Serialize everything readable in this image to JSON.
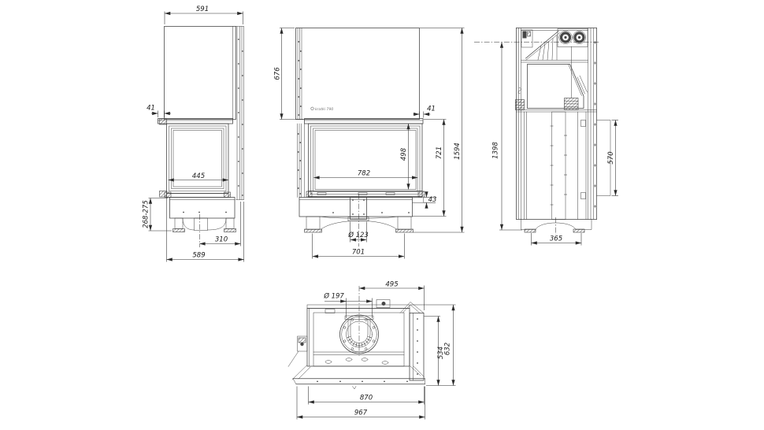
{
  "meta": {
    "background": "#ffffff",
    "line_color": "#3f3f3f",
    "dim_color": "#2b2b2b",
    "text_color": "#1c1c1c"
  },
  "drawing": {
    "brand_mark": "kratki 790"
  },
  "dimensions": {
    "side": {
      "hood_depth": "591",
      "front_offset": "41",
      "glass_width": "445",
      "base_height": "268-275",
      "axis_to_back": "310",
      "base_depth": "589"
    },
    "front": {
      "hood_height": "676",
      "right_offset": "41",
      "glass_width": "782",
      "glass_height": "498",
      "door_height": "721",
      "total_height": "1594",
      "sill_step": "43",
      "air_inlet_diameter": "Ø 123",
      "feet_spacing": "701"
    },
    "section": {
      "axis_height": "1398",
      "rear_panel_height": "570",
      "feet_depth_spacing": "365"
    },
    "top": {
      "axis_to_side": "495",
      "flue_diameter": "Ø 197",
      "body_depth": "534",
      "total_depth": "632",
      "body_width": "870",
      "total_width": "967"
    }
  }
}
